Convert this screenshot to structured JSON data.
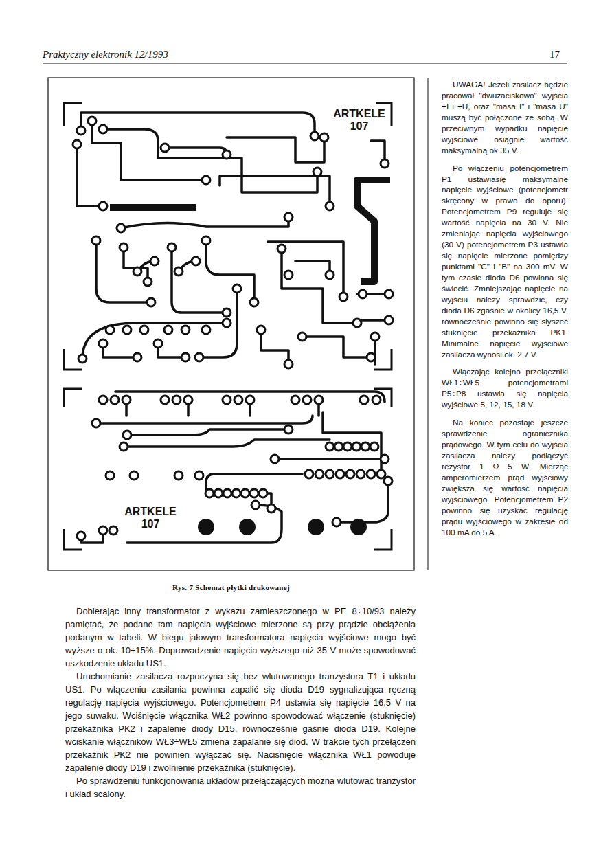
{
  "diagram": {
    "caption": "Rys. 7 Schemat płytki drukowanej",
    "labels": [
      "Praktyczny elektronik 12/1993",
      "17",
      "ARTKELE 107",
      "ARTKELE 107",
      "Dobierając inny transformator z wykazu zamieszczonego w PE 8÷10/93 należy pamiętać, że podane tam napięcia wyjściowe mierzone są przy prądzie obciążenia podanym w tabeli. W biegu jałowym transformatora napięcia wyjściowe mogo być wyższe o ok. 10÷15%. Doprowadzenie napięcia wyższego niż 35 V może spowodować uszkodzenie układu US1.",
      "Uruchomianie zasilacza rozpoczyna się bez wlutowanego tranzystora T1 i układu US1. Po włączeniu zasilania powinna zapalić się dioda D19 sygnalizująca ręczną regulację napięcia wyjściowego. Potencjometrem P4 ustawia się napięcie 16,5 V na jego suwaku. Wciśnięcie włącznika WŁ2 powinno spowodować włączenie (stuknięcie) przekaźnika PK2 i zapalenie diody D15, równocześnie gaśnie dioda D19. Kolejne wciskanie włączników WŁ3÷WŁ5 zmiena zapalanie się diod. W trakcie tych przełączeń przekaźnik PK2 nie powinien wyłączać się. Naciśnięcie włącznika WŁ1 powoduje zapalenie diody D19 i zwolnienie przekaźnika (stuknięcie).",
      "Po sprawdzeniu funkcjonowania układów przełączających można wlutować tranzystor i układ scalony.",
      "UWAGA! Jeżeli zasilacz będzie pracował \"dwuzaciskowo\" wyjścia +I i +U, oraz \"masa I\" i \"masa U\" muszą być połączone ze sobą. W przeciwnym wypadku napięcie wyjściowe osiągnie wartość maksymalną ok 35 V.",
      "Po włączeniu potencjometrem P1 ustawiasię maksymalne napięcie wyjściowe (potencjometr skręcony w prawo do oporu). Potencjometrem P9 reguluje się wartość napięcia na 30 V. Nie zmieniając napięcia wyjściowego (30 V) potencjometrem P3 ustawia się napięcie mierzone pomiędzy punktami \"C\" i \"B\" na 300 mV. W tym czasie dioda D6 powinna się świecić. Zmniejszając napięcie na wyjściu należy sprawdzić, czy dioda D6 zgaśnie w okolicy 16,5 V, równocześnie powinno się słyszeć stuknięcie przekaźnika PK1. Minimalne napięcie wyjściowe zasilacza wynosi ok. 2,7 V.",
      "Włączając kolejno przełączniki WŁ1÷WŁ5 potencjometrami P5÷P8 ustawia się napięcia wyjściowe 5, 12, 15, 18 V.",
      "Na koniec pozostaje jeszcze sprawdzenie ogranicznika prądowego. W tym celu do wyjścia zasilacza należy podłączyć rezystor 1 Ω 5 W. Mierząc amperomierzem prąd wyjściowy zwiększa się wartość napięcia wyjściowego. Potencjometrem P2 powinno się uzyskać regulację prądu wyjściowego w zakresie od 100 mA do 5 A."
    ]
  }
}
